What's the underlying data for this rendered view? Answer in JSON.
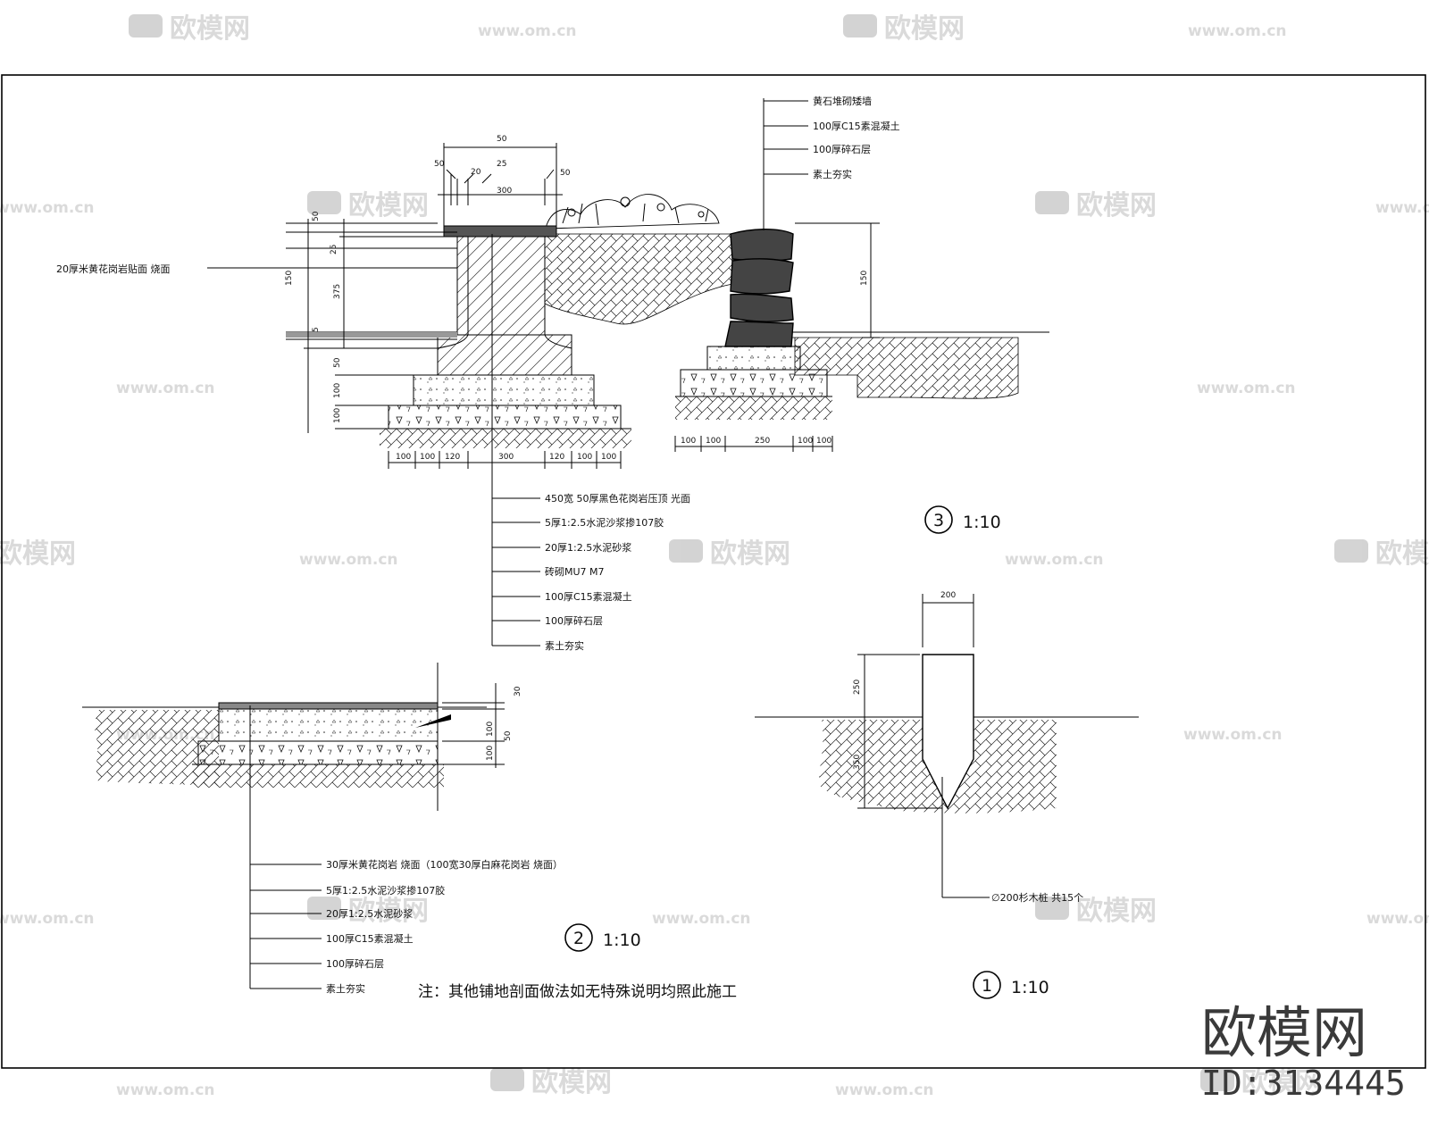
{
  "watermark": {
    "logo_text": "欧模网",
    "url_text": "www.om.cn"
  },
  "brand": {
    "name": "欧模网",
    "id": "ID:3134445"
  },
  "detail1": {
    "number": "1",
    "scale": "1:10",
    "dims": {
      "width": "200",
      "above": "250",
      "below": "350"
    },
    "callout": "∅200杉木桩 共15个"
  },
  "detail2": {
    "number": "2",
    "scale": "1:10",
    "dims": {
      "d30": "30",
      "d50": "50",
      "d100a": "100",
      "d100b": "100"
    },
    "callouts": [
      "30厚米黄花岗岩 烧面（100宽30厚白麻花岗岩 烧面）",
      "5厚1:2.5水泥沙浆掺107胶",
      "20厚1:2.5水泥砂浆",
      "100厚C15素混凝土",
      "100厚碎石层",
      "素土夯实"
    ]
  },
  "detail3": {
    "number": "3",
    "scale": "1:10",
    "wall_callouts": [
      "450宽 50厚黑色花岗岩压顶 光面",
      "5厚1:2.5水泥沙浆掺107胶",
      "20厚1:2.5水泥砂浆",
      "砖砌MU7 M7",
      "100厚C15素混凝土",
      "100厚碎石层",
      "素土夯实"
    ],
    "stone_callouts": [
      "黄石堆砌矮墙",
      "100厚C15素混凝土",
      "100厚碎石层",
      "素土夯实"
    ],
    "side_label": "20厚米黄花岗岩贴面 烧面",
    "top_dims": {
      "total": "50",
      "d50a": "50",
      "d20": "20",
      "d25": "25",
      "d300": "300",
      "d50b": "50"
    },
    "left_dims": {
      "d50": "50",
      "d25": "25",
      "d150": "150",
      "d375": "375",
      "d5": "5",
      "d50b": "50",
      "d100a": "100",
      "d100b": "100"
    },
    "bottom_dims": [
      "100",
      "100",
      "120",
      "300",
      "120",
      "100",
      "100"
    ],
    "stone_bottom_dims": [
      "100",
      "100",
      "250",
      "100",
      "100"
    ],
    "stone_height": "150"
  },
  "note": "注：其他铺地剖面做法如无特殊说明均照此施工"
}
